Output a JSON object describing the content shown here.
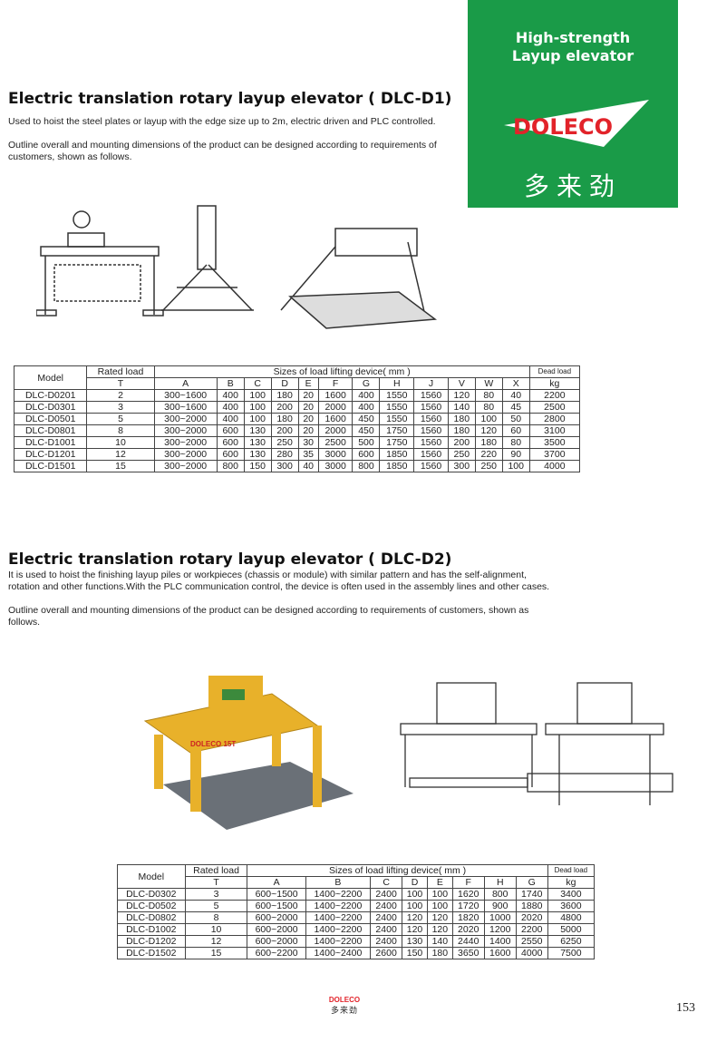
{
  "banner": {
    "title_line1": "High-strength",
    "title_line2": "Layup elevator",
    "brand": "DOLECO",
    "brand_cn": "多来劲",
    "color": "#1a9b48",
    "brand_color": "#e2232a"
  },
  "section1": {
    "title": "Electric translation rotary layup elevator ( DLC-D1)",
    "desc1": "Used to hoist the steel plates or layup with the edge size up to 2m, electric driven and PLC controlled.",
    "desc2": "Outline overall and mounting dimensions of the product can be designed according to requirements of customers, shown as follows.",
    "table": {
      "model_label": "Model",
      "rated_label": "Rated load",
      "sizes_label": "Sizes of load lifting device( mm )",
      "dead_label": "Dead load",
      "units": [
        "T",
        "A",
        "B",
        "C",
        "D",
        "E",
        "F",
        "G",
        "H",
        "J",
        "V",
        "W",
        "X",
        "kg"
      ],
      "rows": [
        [
          "DLC-D0201",
          "2",
          "300~1600",
          "400",
          "100",
          "180",
          "20",
          "1600",
          "400",
          "1550",
          "1560",
          "120",
          "80",
          "40",
          "2200"
        ],
        [
          "DLC-D0301",
          "3",
          "300~1600",
          "400",
          "100",
          "200",
          "20",
          "2000",
          "400",
          "1550",
          "1560",
          "140",
          "80",
          "45",
          "2500"
        ],
        [
          "DLC-D0501",
          "5",
          "300~2000",
          "400",
          "100",
          "180",
          "20",
          "1600",
          "450",
          "1550",
          "1560",
          "180",
          "100",
          "50",
          "2800"
        ],
        [
          "DLC-D0801",
          "8",
          "300~2000",
          "600",
          "130",
          "200",
          "20",
          "2000",
          "450",
          "1750",
          "1560",
          "180",
          "120",
          "60",
          "3100"
        ],
        [
          "DLC-D1001",
          "10",
          "300~2000",
          "600",
          "130",
          "250",
          "30",
          "2500",
          "500",
          "1750",
          "1560",
          "200",
          "180",
          "80",
          "3500"
        ],
        [
          "DLC-D1201",
          "12",
          "300~2000",
          "600",
          "130",
          "280",
          "35",
          "3000",
          "600",
          "1850",
          "1560",
          "250",
          "220",
          "90",
          "3700"
        ],
        [
          "DLC-D1501",
          "15",
          "300~2000",
          "800",
          "150",
          "300",
          "40",
          "3000",
          "800",
          "1850",
          "1560",
          "300",
          "250",
          "100",
          "4000"
        ]
      ]
    }
  },
  "section2": {
    "title": "Electric translation rotary layup elevator ( DLC-D2)",
    "desc1": "It is used to hoist the finishing layup piles or workpieces (chassis or module) with similar pattern and has the self-alignment, rotation and other functions.With the PLC communication control, the device is often used in the assembly lines and other cases.",
    "desc2": "Outline overall and mounting dimensions of the product can be designed according to requirements of customers, shown as follows.",
    "photo_label": "DOLECO 15T",
    "table": {
      "model_label": "Model",
      "rated_label": "Rated load",
      "sizes_label": "Sizes of load lifting device( mm )",
      "dead_label": "Dead load",
      "units": [
        "T",
        "A",
        "B",
        "C",
        "D",
        "E",
        "F",
        "H",
        "G",
        "kg"
      ],
      "rows": [
        [
          "DLC-D0302",
          "3",
          "600~1500",
          "1400~2200",
          "2400",
          "100",
          "100",
          "1620",
          "800",
          "1740",
          "3400"
        ],
        [
          "DLC-D0502",
          "5",
          "600~1500",
          "1400~2200",
          "2400",
          "100",
          "100",
          "1720",
          "900",
          "1880",
          "3600"
        ],
        [
          "DLC-D0802",
          "8",
          "600~2000",
          "1400~2200",
          "2400",
          "120",
          "120",
          "1820",
          "1000",
          "2020",
          "4800"
        ],
        [
          "DLC-D1002",
          "10",
          "600~2000",
          "1400~2200",
          "2400",
          "120",
          "120",
          "2020",
          "1200",
          "2200",
          "5000"
        ],
        [
          "DLC-D1202",
          "12",
          "600~2000",
          "1400~2200",
          "2400",
          "130",
          "140",
          "2440",
          "1400",
          "2550",
          "6250"
        ],
        [
          "DLC-D1502",
          "15",
          "600~2200",
          "1400~2400",
          "2600",
          "150",
          "180",
          "3650",
          "1600",
          "4000",
          "7500"
        ]
      ]
    }
  },
  "footer": {
    "brand": "DOLECO",
    "brand_cn": "多来劲",
    "page_number": "153"
  }
}
